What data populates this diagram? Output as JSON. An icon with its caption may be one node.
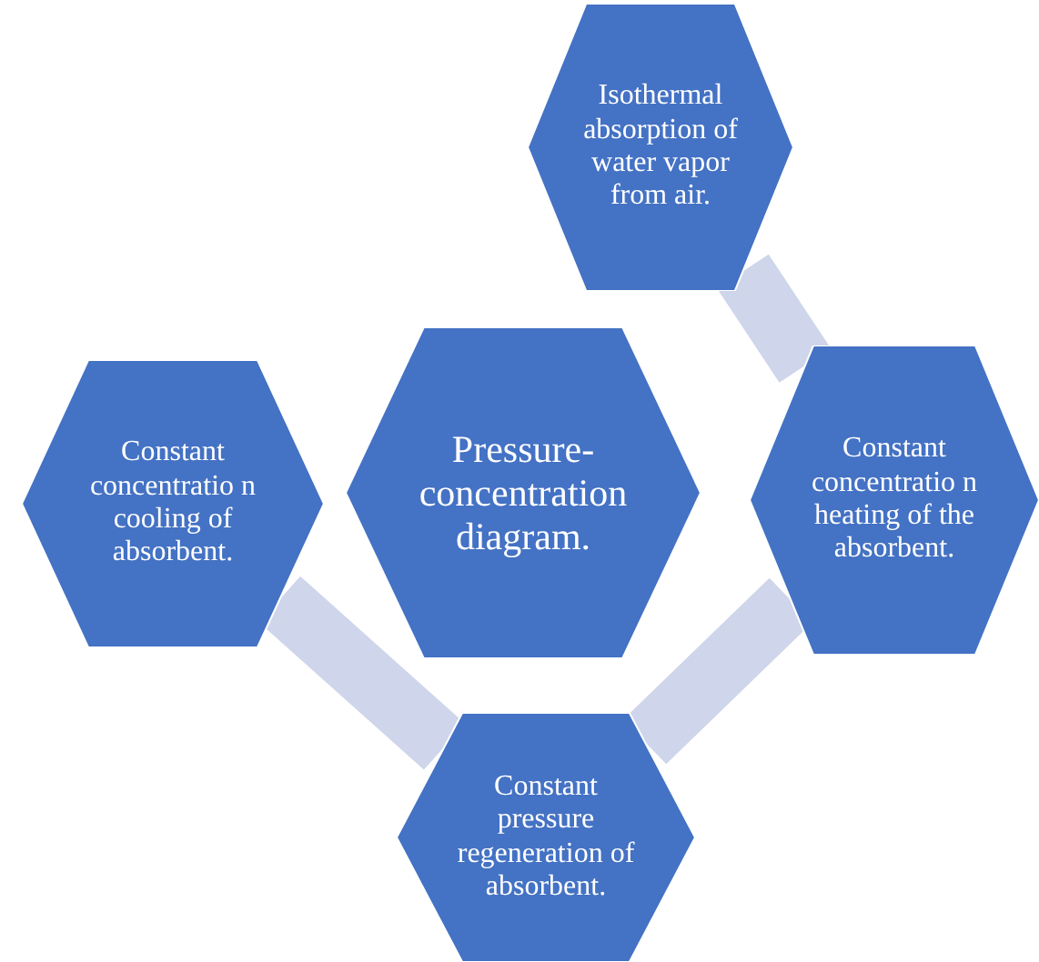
{
  "diagram": {
    "nodes": [
      {
        "text": [
          "Isothermal absorption of water vapor from air."
        ]
      },
      {
        "text": [
          "Constant concentratio n heating of the absorbent."
        ]
      },
      {
        "text": [
          "Constant pressure regeneration of absorbent."
        ]
      },
      {
        "text": [
          "Constant concentratio n cooling of absorbent."
        ]
      },
      {
        "text": [
          "Pressure-concentration diagram."
        ]
      }
    ],
    "edges": [
      {
        "from": 0,
        "to": 1,
        "arrow": "none"
      },
      {
        "from": 1,
        "to": 2,
        "arrow": "none"
      },
      {
        "from": 2,
        "to": 3,
        "arrow": "none"
      }
    ]
  }
}
